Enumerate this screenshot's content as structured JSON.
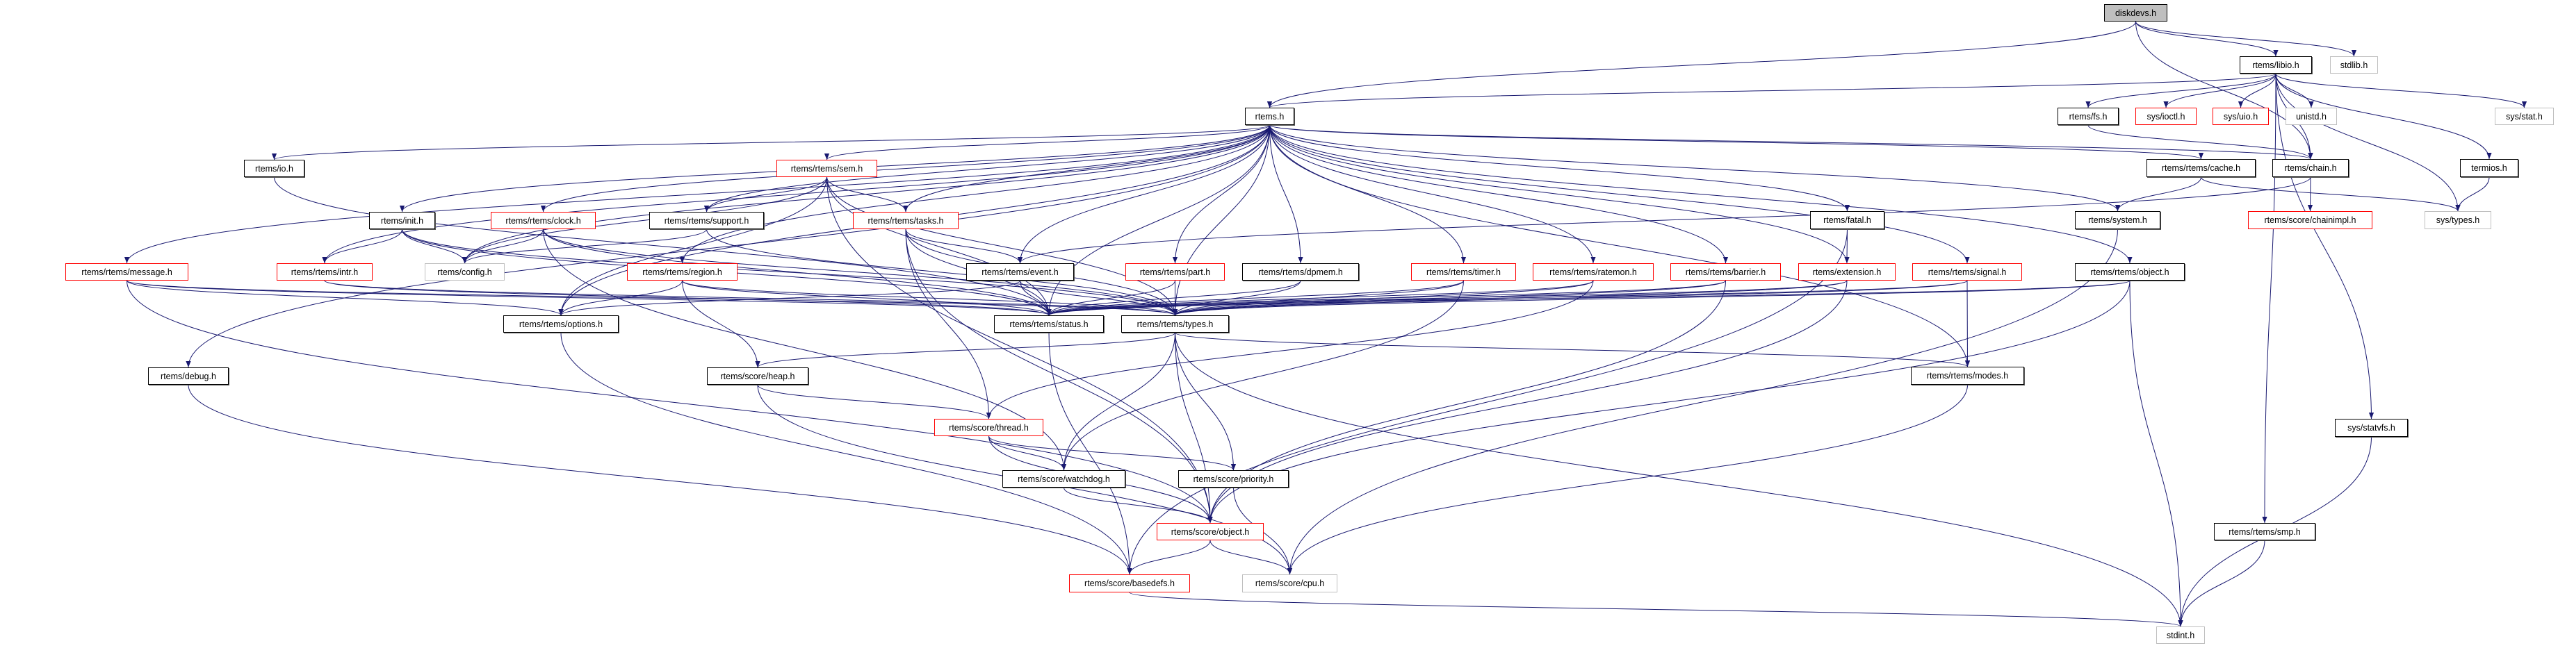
{
  "graph": {
    "title": "diskdevs.h",
    "edge_color": "#191970",
    "truncated_border_color": "#ff0000",
    "system_border_color": "#bfbfbf"
  },
  "nodes": {
    "diskdevs": {
      "label": "diskdevs.h"
    },
    "libio": {
      "label": "rtems/libio.h"
    },
    "stdlib": {
      "label": "stdlib.h"
    },
    "rtems": {
      "label": "rtems.h"
    },
    "fs": {
      "label": "rtems/fs.h"
    },
    "ioctl": {
      "label": "sys/ioctl.h"
    },
    "uio": {
      "label": "sys/uio.h"
    },
    "unistd": {
      "label": "unistd.h"
    },
    "stat": {
      "label": "sys/stat.h"
    },
    "io": {
      "label": "rtems/io.h"
    },
    "sem": {
      "label": "rtems/rtems/sem.h"
    },
    "cache": {
      "label": "rtems/rtems/cache.h"
    },
    "chain": {
      "label": "rtems/chain.h"
    },
    "termios": {
      "label": "termios.h"
    },
    "init": {
      "label": "rtems/init.h"
    },
    "clock": {
      "label": "rtems/rtems/clock.h"
    },
    "support": {
      "label": "rtems/rtems/support.h"
    },
    "tasks": {
      "label": "rtems/rtems/tasks.h"
    },
    "fatal": {
      "label": "rtems/fatal.h"
    },
    "system": {
      "label": "rtems/system.h"
    },
    "chainimpl": {
      "label": "rtems/score/chainimpl.h"
    },
    "systypes": {
      "label": "sys/types.h"
    },
    "message": {
      "label": "rtems/rtems/message.h"
    },
    "intr": {
      "label": "rtems/rtems/intr.h"
    },
    "config": {
      "label": "rtems/config.h"
    },
    "region": {
      "label": "rtems/rtems/region.h"
    },
    "event": {
      "label": "rtems/rtems/event.h"
    },
    "part": {
      "label": "rtems/rtems/part.h"
    },
    "dpmem": {
      "label": "rtems/rtems/dpmem.h"
    },
    "timer": {
      "label": "rtems/rtems/timer.h"
    },
    "ratemon": {
      "label": "rtems/rtems/ratemon.h"
    },
    "barrier": {
      "label": "rtems/rtems/barrier.h"
    },
    "extension": {
      "label": "rtems/extension.h"
    },
    "signal": {
      "label": "rtems/rtems/signal.h"
    },
    "robject": {
      "label": "rtems/rtems/object.h"
    },
    "options": {
      "label": "rtems/rtems/options.h"
    },
    "status": {
      "label": "rtems/rtems/status.h"
    },
    "types": {
      "label": "rtems/rtems/types.h"
    },
    "debug": {
      "label": "rtems/debug.h"
    },
    "heap": {
      "label": "rtems/score/heap.h"
    },
    "modes": {
      "label": "rtems/rtems/modes.h"
    },
    "thread": {
      "label": "rtems/score/thread.h"
    },
    "statvfs": {
      "label": "sys/statvfs.h"
    },
    "watchdog": {
      "label": "rtems/score/watchdog.h"
    },
    "priority": {
      "label": "rtems/score/priority.h"
    },
    "sobject": {
      "label": "rtems/score/object.h"
    },
    "smp": {
      "label": "rtems/rtems/smp.h"
    },
    "basedefs": {
      "label": "rtems/score/basedefs.h"
    },
    "cpu": {
      "label": "rtems/score/cpu.h"
    },
    "stdint": {
      "label": "stdint.h"
    }
  },
  "edges": [
    [
      "diskdevs",
      "rtems"
    ],
    [
      "diskdevs",
      "libio"
    ],
    [
      "diskdevs",
      "stdlib"
    ],
    [
      "diskdevs",
      "chain"
    ],
    [
      "libio",
      "rtems"
    ],
    [
      "libio",
      "fs"
    ],
    [
      "libio",
      "ioctl"
    ],
    [
      "libio",
      "uio"
    ],
    [
      "libio",
      "unistd"
    ],
    [
      "libio",
      "chain"
    ],
    [
      "libio",
      "stat"
    ],
    [
      "libio",
      "termios"
    ],
    [
      "libio",
      "systypes"
    ],
    [
      "libio",
      "statvfs"
    ],
    [
      "libio",
      "smp"
    ],
    [
      "fs",
      "chain"
    ],
    [
      "chain",
      "chainimpl"
    ],
    [
      "chain",
      "event"
    ],
    [
      "cache",
      "system"
    ],
    [
      "cache",
      "systypes"
    ],
    [
      "termios",
      "systypes"
    ],
    [
      "rtems",
      "io"
    ],
    [
      "rtems",
      "sem"
    ],
    [
      "rtems",
      "init"
    ],
    [
      "rtems",
      "clock"
    ],
    [
      "rtems",
      "support"
    ],
    [
      "rtems",
      "tasks"
    ],
    [
      "rtems",
      "message"
    ],
    [
      "rtems",
      "intr"
    ],
    [
      "rtems",
      "config"
    ],
    [
      "rtems",
      "region"
    ],
    [
      "rtems",
      "options"
    ],
    [
      "rtems",
      "debug"
    ],
    [
      "rtems",
      "event"
    ],
    [
      "rtems",
      "part"
    ],
    [
      "rtems",
      "dpmem"
    ],
    [
      "rtems",
      "timer"
    ],
    [
      "rtems",
      "ratemon"
    ],
    [
      "rtems",
      "barrier"
    ],
    [
      "rtems",
      "status"
    ],
    [
      "rtems",
      "types"
    ],
    [
      "rtems",
      "fatal"
    ],
    [
      "rtems",
      "extension"
    ],
    [
      "rtems",
      "signal"
    ],
    [
      "rtems",
      "robject"
    ],
    [
      "rtems",
      "cache"
    ],
    [
      "rtems",
      "chain"
    ],
    [
      "rtems",
      "system"
    ],
    [
      "rtems",
      "modes"
    ],
    [
      "sem",
      "support"
    ],
    [
      "sem",
      "tasks"
    ],
    [
      "sem",
      "options"
    ],
    [
      "sem",
      "config"
    ],
    [
      "sem",
      "status"
    ],
    [
      "sem",
      "types"
    ],
    [
      "sem",
      "sobject"
    ],
    [
      "tasks",
      "event"
    ],
    [
      "tasks",
      "status"
    ],
    [
      "tasks",
      "types"
    ],
    [
      "tasks",
      "thread"
    ],
    [
      "tasks",
      "sobject"
    ],
    [
      "init",
      "intr"
    ],
    [
      "init",
      "config"
    ],
    [
      "init",
      "types"
    ],
    [
      "init",
      "status"
    ],
    [
      "clock",
      "config"
    ],
    [
      "clock",
      "types"
    ],
    [
      "clock",
      "status"
    ],
    [
      "clock",
      "watchdog"
    ],
    [
      "support",
      "config"
    ],
    [
      "support",
      "types"
    ],
    [
      "message",
      "options"
    ],
    [
      "message",
      "status"
    ],
    [
      "message",
      "types"
    ],
    [
      "message",
      "sobject"
    ],
    [
      "intr",
      "types"
    ],
    [
      "intr",
      "status"
    ],
    [
      "region",
      "options"
    ],
    [
      "region",
      "heap"
    ],
    [
      "region",
      "status"
    ],
    [
      "region",
      "types"
    ],
    [
      "io",
      "status"
    ],
    [
      "debug",
      "basedefs"
    ],
    [
      "options",
      "basedefs"
    ],
    [
      "event",
      "options"
    ],
    [
      "event",
      "status"
    ],
    [
      "event",
      "types"
    ],
    [
      "part",
      "status"
    ],
    [
      "part",
      "types"
    ],
    [
      "dpmem",
      "status"
    ],
    [
      "dpmem",
      "types"
    ],
    [
      "timer",
      "types"
    ],
    [
      "timer",
      "status"
    ],
    [
      "timer",
      "watchdog"
    ],
    [
      "ratemon",
      "types"
    ],
    [
      "ratemon",
      "status"
    ],
    [
      "ratemon",
      "thread"
    ],
    [
      "barrier",
      "types"
    ],
    [
      "barrier",
      "status"
    ],
    [
      "barrier",
      "sobject"
    ],
    [
      "fatal",
      "extension"
    ],
    [
      "fatal",
      "basedefs"
    ],
    [
      "extension",
      "types"
    ],
    [
      "extension",
      "status"
    ],
    [
      "extension",
      "sobject"
    ],
    [
      "signal",
      "types"
    ],
    [
      "signal",
      "status"
    ],
    [
      "signal",
      "modes"
    ],
    [
      "robject",
      "types"
    ],
    [
      "robject",
      "status"
    ],
    [
      "robject",
      "stdint"
    ],
    [
      "robject",
      "sobject"
    ],
    [
      "system",
      "cpu"
    ],
    [
      "status",
      "basedefs"
    ],
    [
      "types",
      "heap"
    ],
    [
      "types",
      "modes"
    ],
    [
      "types",
      "stdint"
    ],
    [
      "types",
      "watchdog"
    ],
    [
      "types",
      "priority"
    ],
    [
      "types",
      "sobject"
    ],
    [
      "heap",
      "thread"
    ],
    [
      "heap",
      "cpu"
    ],
    [
      "thread",
      "watchdog"
    ],
    [
      "thread",
      "priority"
    ],
    [
      "thread",
      "sobject"
    ],
    [
      "watchdog",
      "sobject"
    ],
    [
      "priority",
      "cpu"
    ],
    [
      "sobject",
      "basedefs"
    ],
    [
      "sobject",
      "cpu"
    ],
    [
      "basedefs",
      "stdint"
    ],
    [
      "modes",
      "cpu"
    ],
    [
      "smp",
      "stdint"
    ],
    [
      "statvfs",
      "stdint"
    ]
  ]
}
